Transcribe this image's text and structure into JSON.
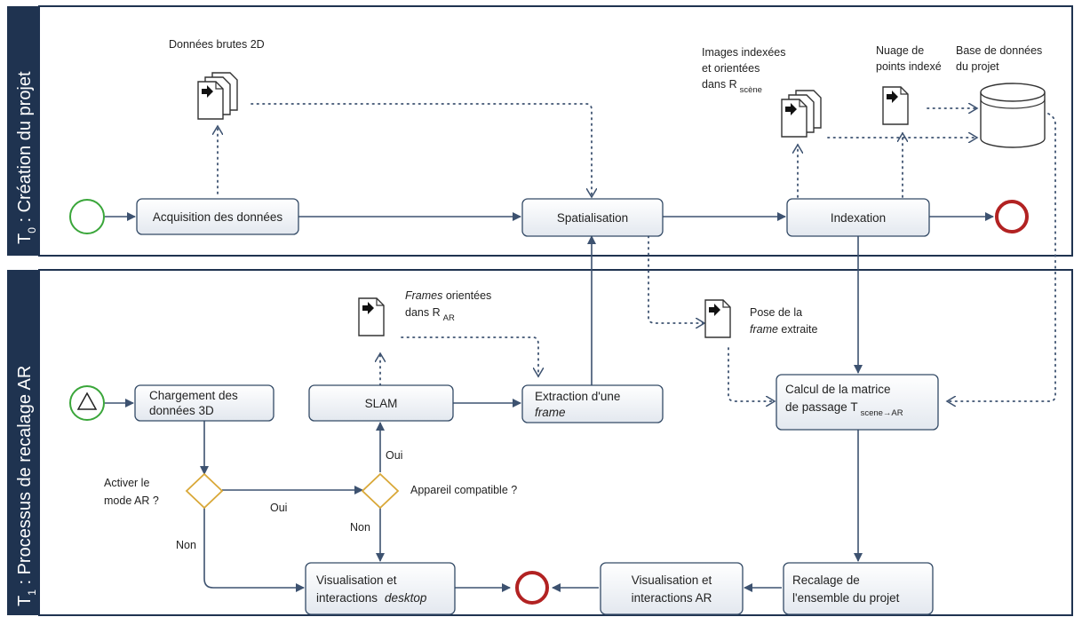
{
  "lanes": {
    "top": {
      "label": "T",
      "sub": "0",
      "rest": " : Création du projet"
    },
    "bottom": {
      "label": "T",
      "sub": "1",
      "rest": " : Processus de recalage AR"
    }
  },
  "tasks": {
    "acquisition": "Acquisition des données",
    "spatialisation": "Spatialisation",
    "indexation": "Indexation",
    "chargement_l1": "Chargement des",
    "chargement_l2": "données 3D",
    "slam": "SLAM",
    "extraction_l1": "Extraction d'une",
    "extraction_l2": "frame",
    "calcul_l1": "Calcul de la matrice",
    "calcul_l2": "de passage T",
    "calcul_sub": "scene→AR",
    "recalage_l1": "Recalage de",
    "recalage_l2": "l'ensemble du projet",
    "visu_ar_l1": "Visualisation et",
    "visu_ar_l2": "interactions AR",
    "visu_desk_l1": "Visualisation et",
    "visu_desk_l2a": "interactions",
    "visu_desk_l2b": "desktop"
  },
  "data_objects": {
    "donnees_brutes": "Données brutes 2D",
    "images_l1": "Images indexées",
    "images_l2": "et orientées",
    "images_l3": "dans R",
    "images_sub": "scène",
    "nuage_l1": "Nuage de",
    "nuage_l2": "points indexé",
    "base_l1": "Base de données",
    "base_l2": "du projet",
    "frames_l1": "Frames",
    "frames_l1b": " orientées",
    "frames_l2": "dans R",
    "frames_sub": "AR",
    "pose_l1": "Pose de la",
    "pose_l2": "frame",
    "pose_l2b": " extraite"
  },
  "gateways": {
    "activer_l1": "Activer le",
    "activer_l2": "mode AR ?",
    "appareil": "Appareil compatible ?"
  },
  "edge_labels": {
    "oui_1": "Oui",
    "oui_2": "Oui",
    "non_1": "Non",
    "non_2": "Non"
  },
  "colors": {
    "start_event": "#3aa63a",
    "end_event": "#b22222",
    "gateway": "#d9a838",
    "lane_fill": "#1f3350",
    "task_stroke": "#334a66"
  }
}
